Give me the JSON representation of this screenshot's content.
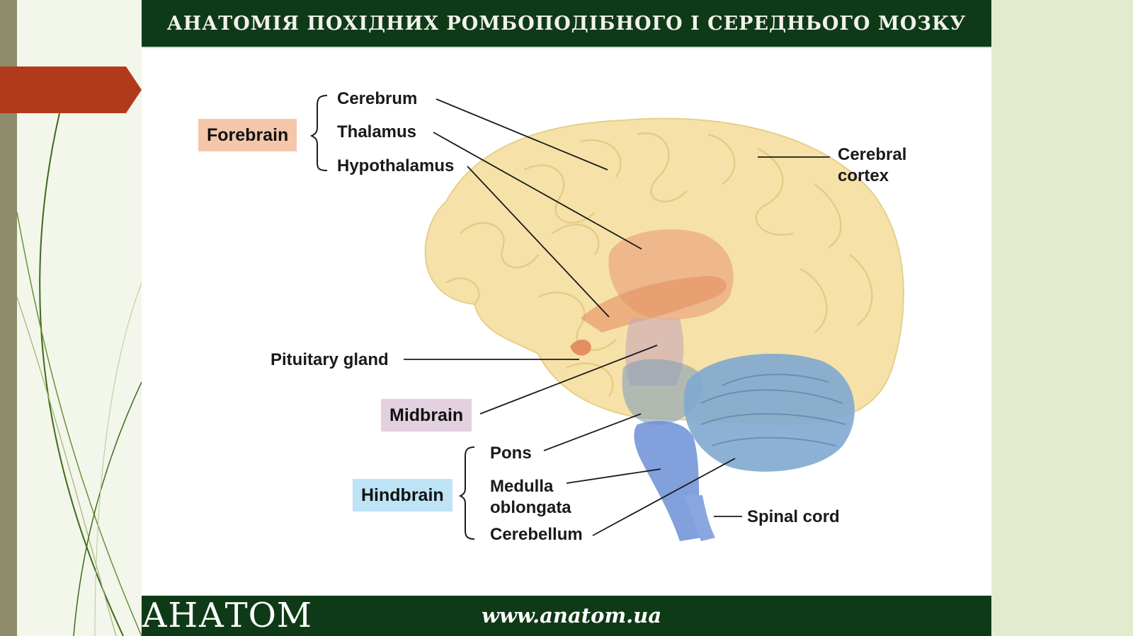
{
  "header": {
    "title": "АНАТОМІЯ ПОХІДНИХ РОМБОПОДІБНОГО І СЕРЕДНЬОГО МОЗКУ"
  },
  "footer": {
    "logo": "АНАТОМ",
    "url": "www.anatom.ua"
  },
  "colors": {
    "header_bg": "#0f3a17",
    "accent_red": "#b23a1c",
    "forebrain": "#f4c7ab",
    "midbrain": "#e3d0e0",
    "hindbrain": "#bde3f5",
    "cortex": "#f6e2a8",
    "cerebellum": "#7fa9d0"
  },
  "diagram": {
    "groups": {
      "forebrain": "Forebrain",
      "midbrain": "Midbrain",
      "hindbrain": "Hindbrain"
    },
    "labels": {
      "cerebrum": "Cerebrum",
      "thalamus": "Thalamus",
      "hypothalamus": "Hypothalamus",
      "cerebral_cortex_1": "Cerebral",
      "cerebral_cortex_2": "cortex",
      "pituitary": "Pituitary gland",
      "pons": "Pons",
      "medulla_1": "Medulla",
      "medulla_2": "oblongata",
      "cerebellum": "Cerebellum",
      "spinal_cord": "Spinal cord"
    }
  }
}
